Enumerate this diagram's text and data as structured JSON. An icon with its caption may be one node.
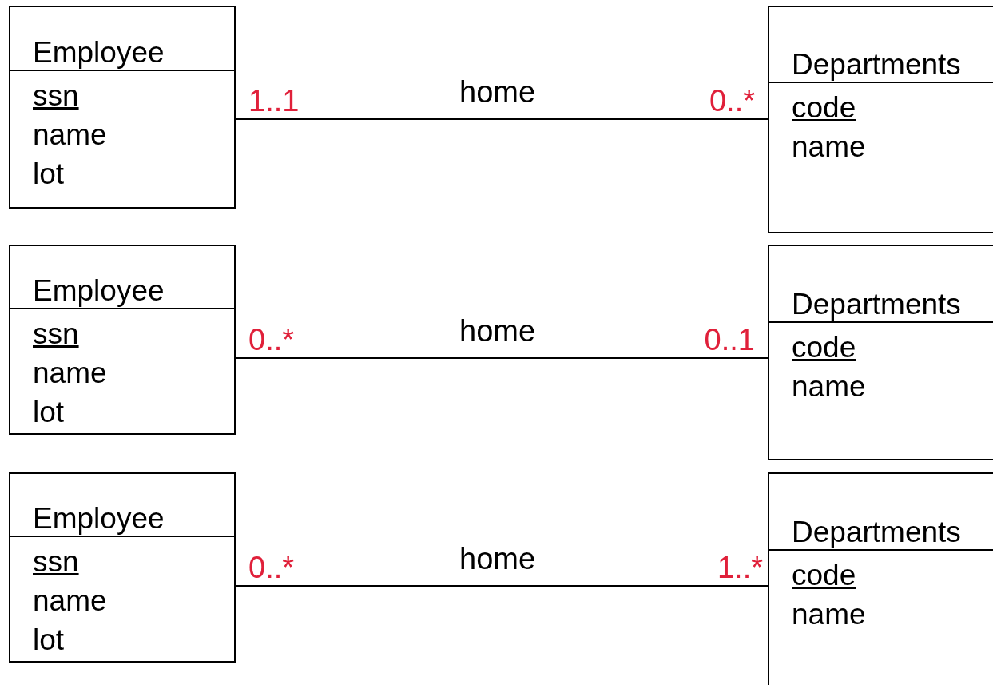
{
  "diagram": {
    "nodes": [
      {
        "text": [
          "Employee",
          "ssn",
          "name",
          "lot"
        ]
      },
      {
        "text": [
          "Departments",
          "code",
          "name"
        ]
      },
      {
        "text": [
          "Employee",
          "ssn",
          "name",
          "lot"
        ]
      },
      {
        "text": [
          "Departments",
          "code",
          "name"
        ]
      },
      {
        "text": [
          "Employee",
          "ssn",
          "name",
          "lot"
        ]
      },
      {
        "text": [
          "Departments",
          "code",
          "name"
        ]
      }
    ],
    "edges": [
      {
        "from": 0,
        "to": 1,
        "arrow": "none",
        "label": "home"
      },
      {
        "from": 2,
        "to": 3,
        "arrow": "none",
        "label": "home"
      },
      {
        "from": 4,
        "to": 5,
        "arrow": "none",
        "label": "home"
      }
    ],
    "labels": [
      "1..1",
      "0..*",
      "0..*",
      "0..1",
      "0..*",
      "1..*"
    ]
  }
}
